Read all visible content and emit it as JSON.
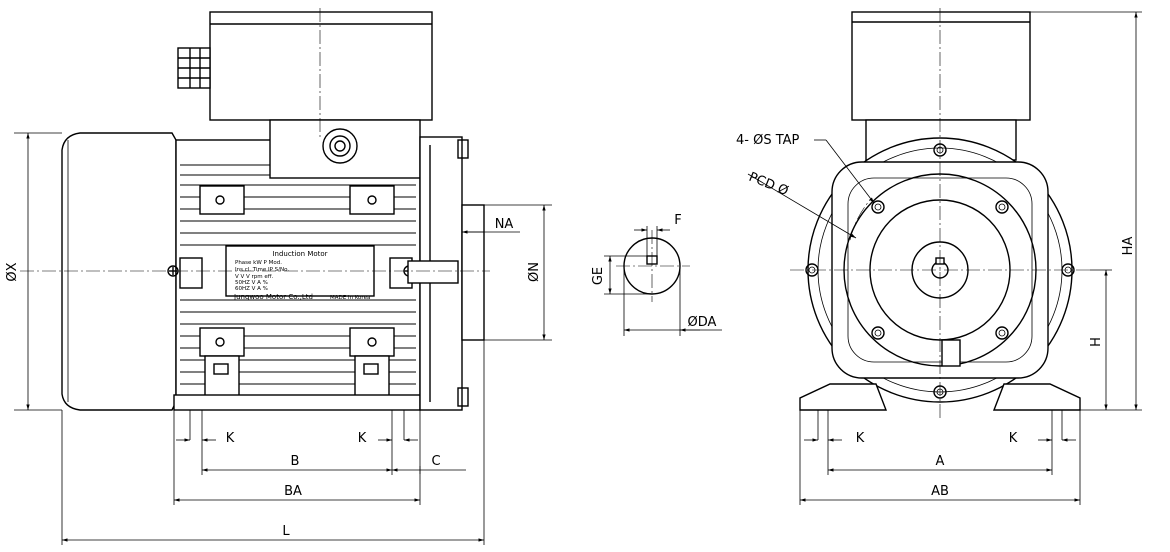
{
  "nameplate": {
    "title": "Induction  Motor",
    "row1": "Phase        kW      P Mod.",
    "row2": "Ins.cl.  Time    IP     S/No.",
    "row3": "V        V  V        rpm   eff.",
    "row4": "50HZ      V         A          %",
    "row5": "60HZ      V         A          %",
    "maker": "Jungwoo Motor Co.,Ltd",
    "origin": "MADE in Korea"
  },
  "side_view_labels": {
    "dia_x": "ØX",
    "k_left": "K",
    "k_right": "K",
    "b": "B",
    "c": "C",
    "ba": "BA",
    "l": "L",
    "na": "NA",
    "dia_n": "ØN"
  },
  "shaft_section_labels": {
    "f": "F",
    "ge": "GE",
    "dia_da": "ØDA"
  },
  "front_view_labels": {
    "tap": "4- ØS TAP",
    "pcd": "PCD Ø",
    "ha": "HA",
    "h": "H",
    "k_left": "K",
    "k_right": "K",
    "a": "A",
    "ab": "AB"
  }
}
